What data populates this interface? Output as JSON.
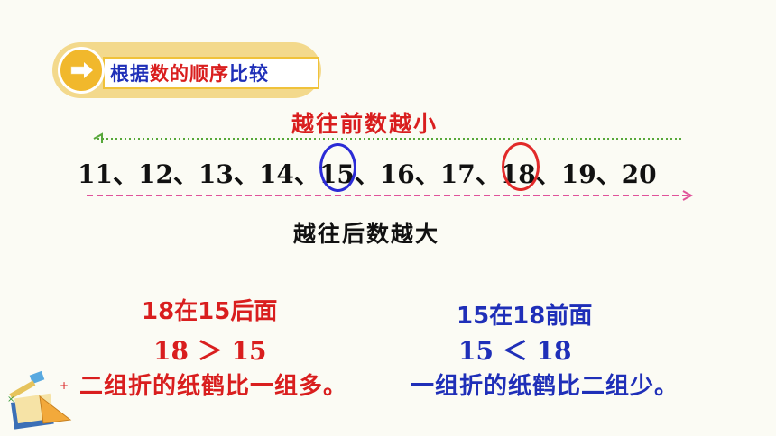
{
  "header": {
    "badge_text_prefix": "根据",
    "badge_text_highlight": "数的顺序",
    "badge_text_suffix": "比较"
  },
  "top_phrase": "越往前数越小",
  "bottom_phrase": "越往后数越大",
  "sequence": "11、12、13、14、15、16、17、18、19、20",
  "highlights": [
    "15",
    "18"
  ],
  "colors": {
    "red": "#d91e1e",
    "blue": "#1f2fb8",
    "badge_yellow": "#f1b82c"
  },
  "left_statement": "18在15后面",
  "left_compare": "18 ＞ 15",
  "right_statement": "15在18前面",
  "right_compare": "15 ＜ 18",
  "left_sentence": "二组折的纸鹤比一组多。",
  "right_sentence": "一组折的纸鹤比二组少。",
  "icons": [
    "arrow-right-icon",
    "stationery-icon"
  ]
}
